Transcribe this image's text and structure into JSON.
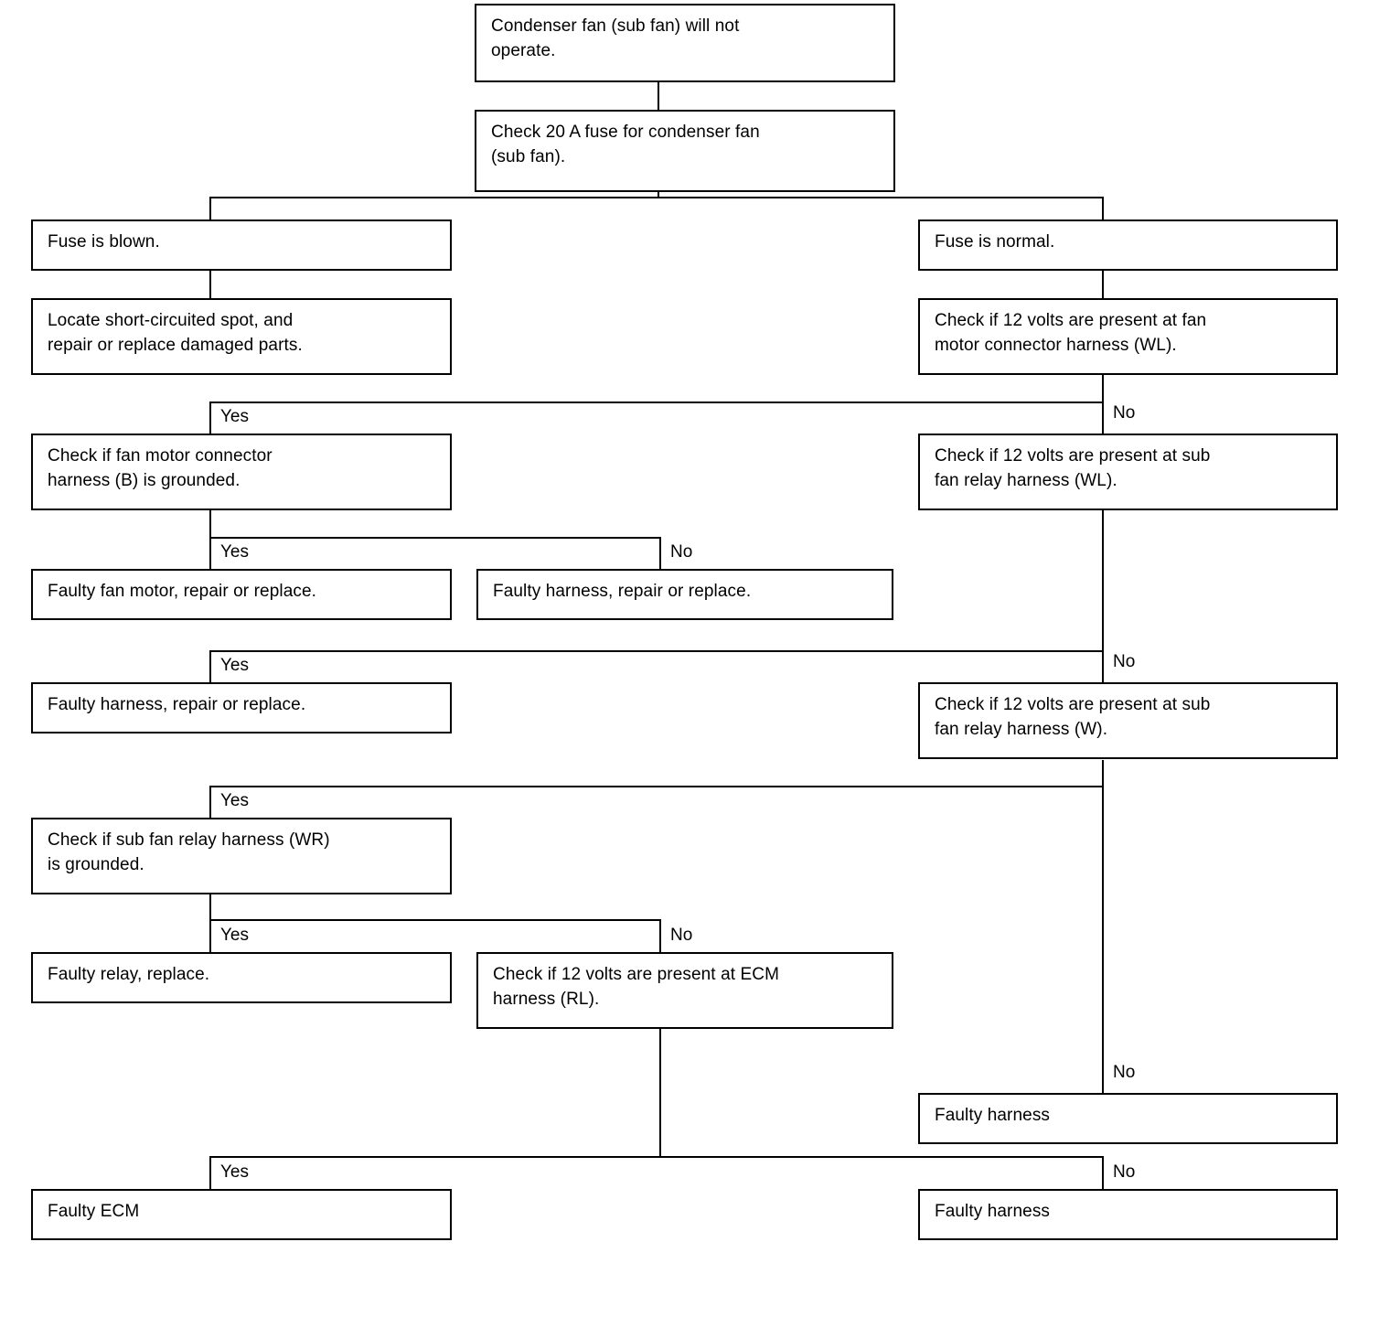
{
  "diagram": {
    "title": "Condenser fan (sub fan) troubleshooting flowchart",
    "type": "flowchart",
    "colors": {
      "line": "#000000",
      "box_border": "#000000",
      "background": "#ffffff",
      "text": "#000000"
    },
    "nodes": [
      {
        "id": "n1",
        "text": "Condenser fan (sub fan) will not\noperate."
      },
      {
        "id": "n2",
        "text": "Check 20 A fuse for condenser fan\n(sub fan)."
      },
      {
        "id": "n3",
        "text": "Fuse is blown."
      },
      {
        "id": "n4",
        "text": "Fuse is normal."
      },
      {
        "id": "n5",
        "text": "Locate short-circuited spot, and\nrepair or replace damaged parts."
      },
      {
        "id": "n6",
        "text": "Check if 12 volts are present at fan\nmotor connector harness (WL)."
      },
      {
        "id": "n7",
        "text": "Check if fan motor connector\nharness (B) is grounded."
      },
      {
        "id": "n8",
        "text": "Check if 12 volts are present at sub\nfan relay harness (WL)."
      },
      {
        "id": "n9",
        "text": "Faulty fan motor, repair or replace."
      },
      {
        "id": "n10",
        "text": "Faulty harness, repair or replace."
      },
      {
        "id": "n11",
        "text": "Faulty harness, repair or replace."
      },
      {
        "id": "n12",
        "text": "Check if 12 volts are present at sub\nfan relay harness (W)."
      },
      {
        "id": "n13",
        "text": "Check if sub fan relay harness (WR)\nis grounded."
      },
      {
        "id": "n14",
        "text": "Faulty relay, replace."
      },
      {
        "id": "n15",
        "text": "Check if 12 volts are present at ECM\nharness (RL)."
      },
      {
        "id": "n16",
        "text": "Faulty harness"
      },
      {
        "id": "n17",
        "text": "Faulty ECM"
      },
      {
        "id": "n18",
        "text": "Faulty harness"
      }
    ],
    "edge_labels": [
      {
        "id": "e1",
        "text": "Yes"
      },
      {
        "id": "e2",
        "text": "No"
      },
      {
        "id": "e3",
        "text": "Yes"
      },
      {
        "id": "e4",
        "text": "No"
      },
      {
        "id": "e5",
        "text": "Yes"
      },
      {
        "id": "e6",
        "text": "No"
      },
      {
        "id": "e7",
        "text": "Yes"
      },
      {
        "id": "e8",
        "text": "Yes"
      },
      {
        "id": "e9",
        "text": "No"
      },
      {
        "id": "e10",
        "text": "No"
      },
      {
        "id": "e11",
        "text": "Yes"
      },
      {
        "id": "e12",
        "text": "No"
      }
    ]
  }
}
